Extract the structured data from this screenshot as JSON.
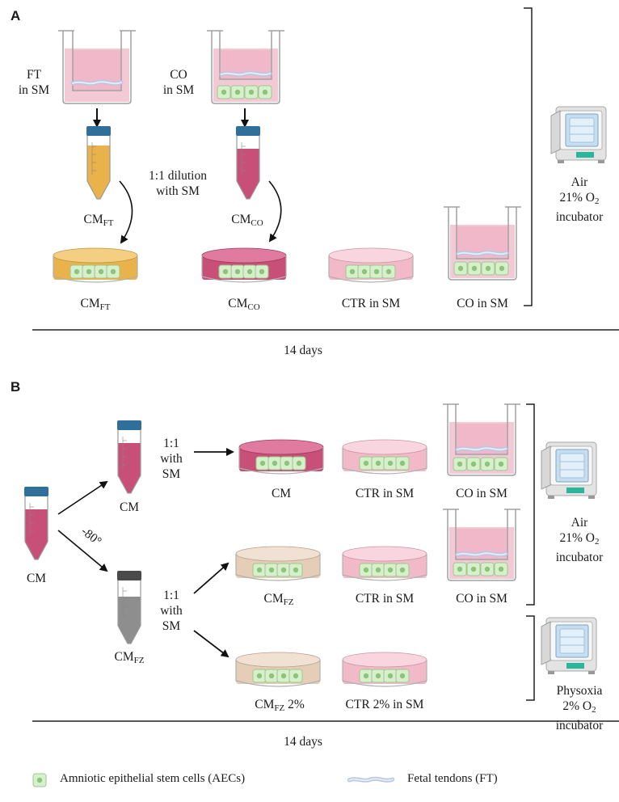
{
  "panelA": {
    "letter": "A",
    "ft_label_1": "FT",
    "ft_label_2": "in SM",
    "co_label_1": "CO",
    "co_label_2": "in SM",
    "dilution_1": "1:1 dilution",
    "dilution_2": "with SM",
    "tube_ft_base": "CM",
    "tube_ft_sub": "FT",
    "tube_co_base": "CM",
    "tube_co_sub": "CO",
    "dish_ft_base": "CM",
    "dish_ft_sub": "FT",
    "dish_co_base": "CM",
    "dish_co_sub": "CO",
    "dish_ctr": "CTR in SM",
    "dish_co_insm": "CO in SM",
    "incubator_1": "Air",
    "incubator_2_base": "21% O",
    "incubator_2_sub": "2",
    "incubator_3": "incubator",
    "duration": "14 days"
  },
  "panelB": {
    "letter": "B",
    "cm_left": "CM",
    "cm_tube": "CM",
    "cmfz_tube_base": "CM",
    "cmfz_tube_sub": "FZ",
    "freeze": "-80°",
    "ratio_top_1": "1:1",
    "ratio_top_2": "with",
    "ratio_top_3": "SM",
    "ratio_bot_1": "1:1",
    "ratio_bot_2": "with",
    "ratio_bot_3": "SM",
    "row1_dish1": "CM",
    "row1_dish2": "CTR in SM",
    "row1_dish3": "CO in SM",
    "row2_dish1_base": "CM",
    "row2_dish1_sub": "FZ",
    "row2_dish2": "CTR  in SM",
    "row2_dish3": "CO in SM",
    "row3_dish1_base": "CM",
    "row3_dish1_sub": "FZ",
    "row3_dish1_suffix": " 2%",
    "row3_dish2": "CTR 2% in SM",
    "air_1": "Air",
    "air_2_base": "21% O",
    "air_2_sub": "2",
    "air_3": "incubator",
    "phys_1": "Physoxia",
    "phys_2_base": "2% O",
    "phys_2_sub": "2",
    "phys_3": "incubator",
    "duration": "14 days"
  },
  "legend": {
    "aec": "Amniotic epithelial stem cells (AECs)",
    "ft": "Fetal tendons (FT)"
  },
  "colors": {
    "pink_medium": "#f2c2cf",
    "dark_pink": "#c74f78",
    "orange": "#e9b24a",
    "beige": "#e6cdb8",
    "cell_green": "#d8efcd",
    "tube_cap_blue": "#2f6f9a",
    "tube_cap_dark": "#4a4a4a"
  },
  "icons": [
    "transwell-icon",
    "falcon-tube-icon",
    "petri-dish-icon",
    "incubator-icon",
    "cell-icon",
    "tendon-icon"
  ]
}
